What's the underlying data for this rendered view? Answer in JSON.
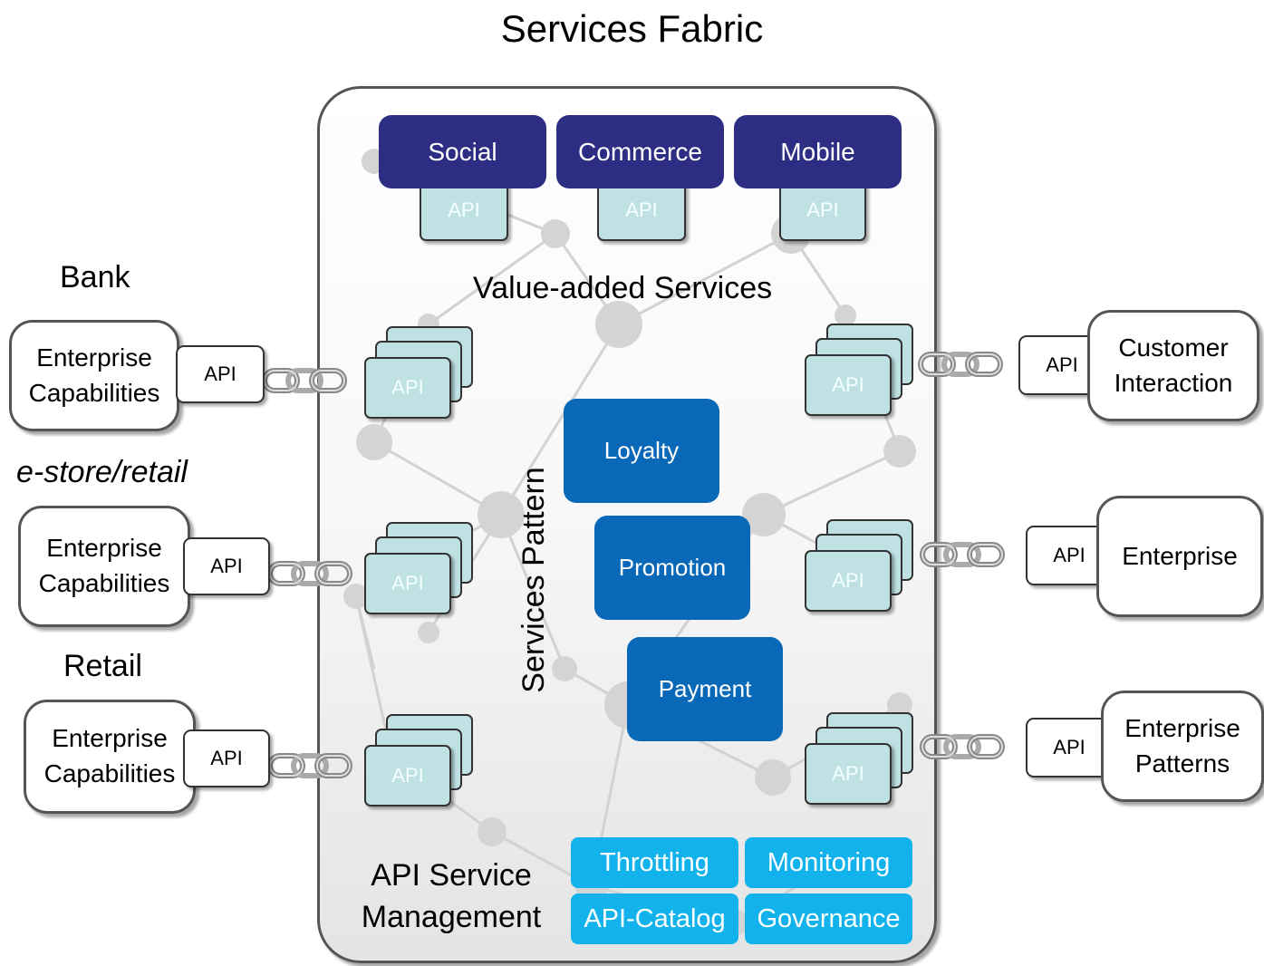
{
  "title": "Services Fabric",
  "top_services": [
    {
      "name": "Social",
      "api": "API"
    },
    {
      "name": "Commerce",
      "api": "API"
    },
    {
      "name": "Mobile",
      "api": "API"
    }
  ],
  "value_added_label": "Value-added Services",
  "services_pattern_label": "Services Pattern",
  "patterns": [
    "Loyalty",
    "Promotion",
    "Payment"
  ],
  "inner_api_label": "API",
  "left_groups": [
    {
      "title": "Bank",
      "box": [
        "Enterprise",
        "Capabilities"
      ],
      "api": "API",
      "italic": false
    },
    {
      "title": "e-store/retail",
      "box": [
        "Enterprise",
        "Capabilities"
      ],
      "api": "API",
      "italic": true
    },
    {
      "title": "Retail",
      "box": [
        "Enterprise",
        "Capabilities"
      ],
      "api": "API",
      "italic": false
    }
  ],
  "right_groups": [
    {
      "box": [
        "Customer",
        "Interaction"
      ],
      "api": "API"
    },
    {
      "box": [
        "Enterprise"
      ],
      "api": "API"
    },
    {
      "box": [
        "Enterprise",
        "Patterns"
      ],
      "api": "API"
    }
  ],
  "management": {
    "label_line1": "API Service",
    "label_line2": "Management",
    "items": [
      "Throttling",
      "Monitoring",
      "API-Catalog",
      "Governance"
    ]
  },
  "colors": {
    "top_service_bg": "#2d2d84",
    "pattern_bg": "#0968b7",
    "management_bg": "#12b3ec",
    "api_tile_bg": "#bfe1e3"
  }
}
